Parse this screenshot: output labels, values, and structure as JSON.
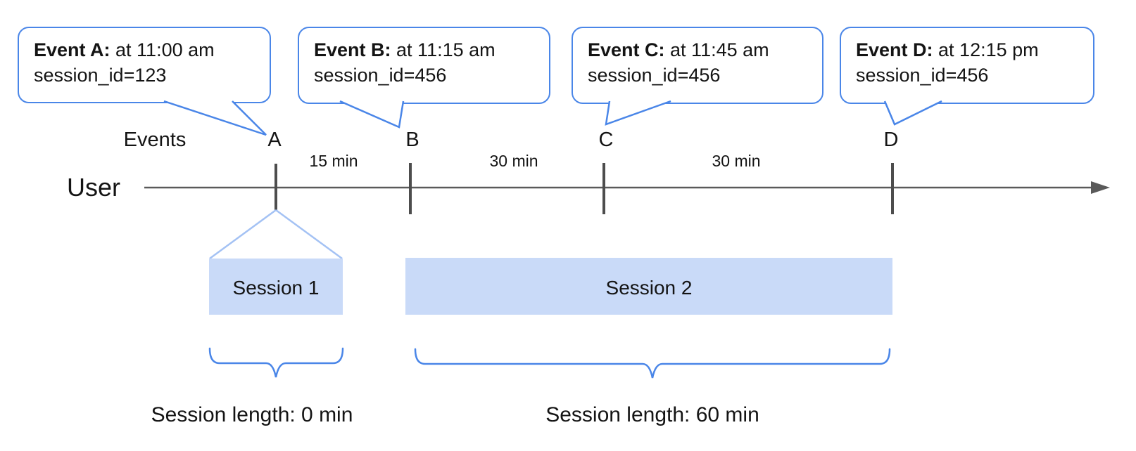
{
  "diagram": {
    "title_implicit": "User event timeline with sessions",
    "events_axis_label": "Events",
    "user_label": "User",
    "callouts": [
      {
        "marker": "A",
        "title": "Event A:",
        "time": " at 11:00 am",
        "session": "session_id=123"
      },
      {
        "marker": "B",
        "title": "Event B:",
        "time": " at 11:15 am",
        "session": "session_id=456"
      },
      {
        "marker": "C",
        "title": "Event C:",
        "time": " at 11:45 am",
        "session": "session_id=456"
      },
      {
        "marker": "D",
        "title": "Event D:",
        "time": " at 12:15 pm",
        "session": "session_id=456"
      }
    ],
    "intervals": [
      "15 min",
      "30 min",
      "30 min"
    ],
    "sessions": [
      {
        "label": "Session 1",
        "length_label": "Session length: 0 min"
      },
      {
        "label": "Session 2",
        "length_label": "Session length: 60 min"
      }
    ],
    "colors": {
      "bubble_border": "#4a86e8",
      "brace_stroke": "#4a86e8",
      "session_fill": "#c9daf8",
      "funnel_stroke": "#a4c2f4",
      "timeline_gray": "#5a5a5a",
      "tick_gray": "#4d4d4d"
    }
  }
}
